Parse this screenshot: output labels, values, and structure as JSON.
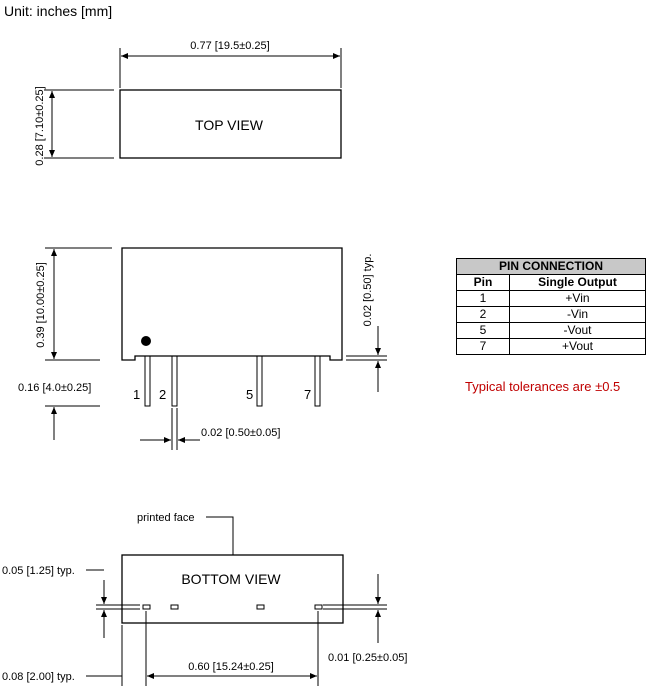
{
  "unit_label": "Unit: inches [mm]",
  "top_view": {
    "title": "TOP VIEW",
    "width_dim": "0.77 [19.5±0.25]",
    "height_dim": "0.28 [7.10±0.25]"
  },
  "side_view": {
    "height_dim": "0.39 [10.00±0.25]",
    "standoff_dim": "0.02 [0.50] typ.",
    "pin_length_dim": "0.16 [4.0±0.25]",
    "pin_width_dim": "0.02 [0.50±0.05]",
    "pin_labels": [
      "1",
      "2",
      "5",
      "7"
    ]
  },
  "pin_connection": {
    "title": "PIN CONNECTION",
    "headers": [
      "Pin",
      "Single Output"
    ],
    "rows": [
      {
        "pin": "1",
        "function": "+Vin"
      },
      {
        "pin": "2",
        "function": "-Vin"
      },
      {
        "pin": "5",
        "function": "-Vout"
      },
      {
        "pin": "7",
        "function": "+Vout"
      }
    ]
  },
  "tolerance_note": "Typical tolerances are ±0.5",
  "bottom_view": {
    "title": "BOTTOM VIEW",
    "printed_face_label": "printed face",
    "pin_inset_dim": "0.05 [1.25] typ.",
    "pin_pitch_dim": "0.08 [2.00] typ.",
    "pin_span_dim": "0.60 [15.24±0.25]",
    "pin_thickness_dim": "0.01 [0.25±0.05]"
  },
  "colors": {
    "note_red": "#c00000",
    "table_header_bg": "#c8c8c8"
  }
}
